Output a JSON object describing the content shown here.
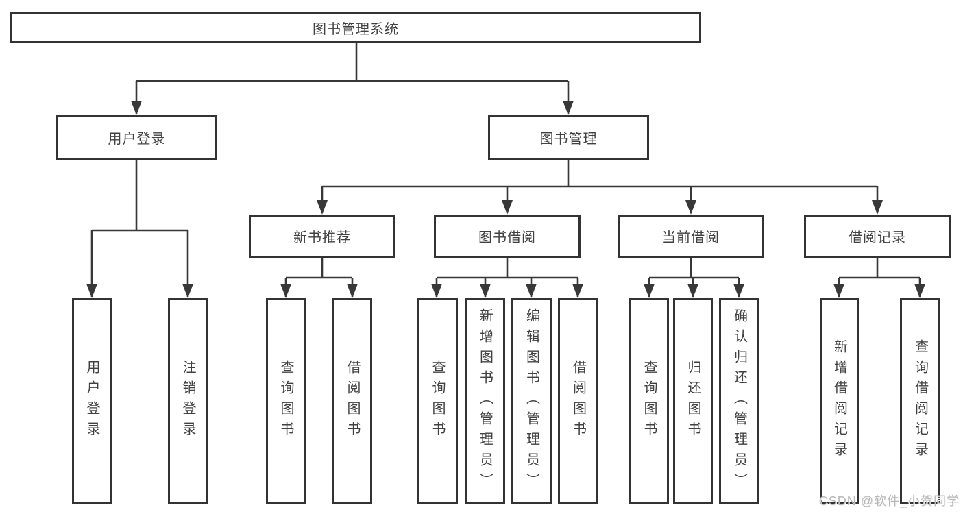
{
  "diagram": {
    "root": "图书管理系统",
    "user_login": {
      "label": "用户登录",
      "children": [
        "用户登录",
        "注销登录"
      ]
    },
    "book_mgmt": {
      "label": "图书管理",
      "sections": [
        {
          "label": "新书推荐",
          "children": [
            "查询图书",
            "借阅图书"
          ]
        },
        {
          "label": "图书借阅",
          "children": [
            "查询图书",
            "新增图书（管理员）",
            "编辑图书（管理员）",
            "借阅图书"
          ]
        },
        {
          "label": "当前借阅",
          "children": [
            "查询图书",
            "归还图书",
            "确认归还（管理员）"
          ]
        },
        {
          "label": "借阅记录",
          "children": [
            "新增借阅记录",
            "查询借阅记录"
          ]
        }
      ]
    }
  },
  "colors": {
    "line": "#383838",
    "box_border": "#333333",
    "text": "#414141",
    "watermark": "#b9b9b9",
    "background": "#ffffff"
  },
  "watermark": "CSDN @软件_小贺同学"
}
